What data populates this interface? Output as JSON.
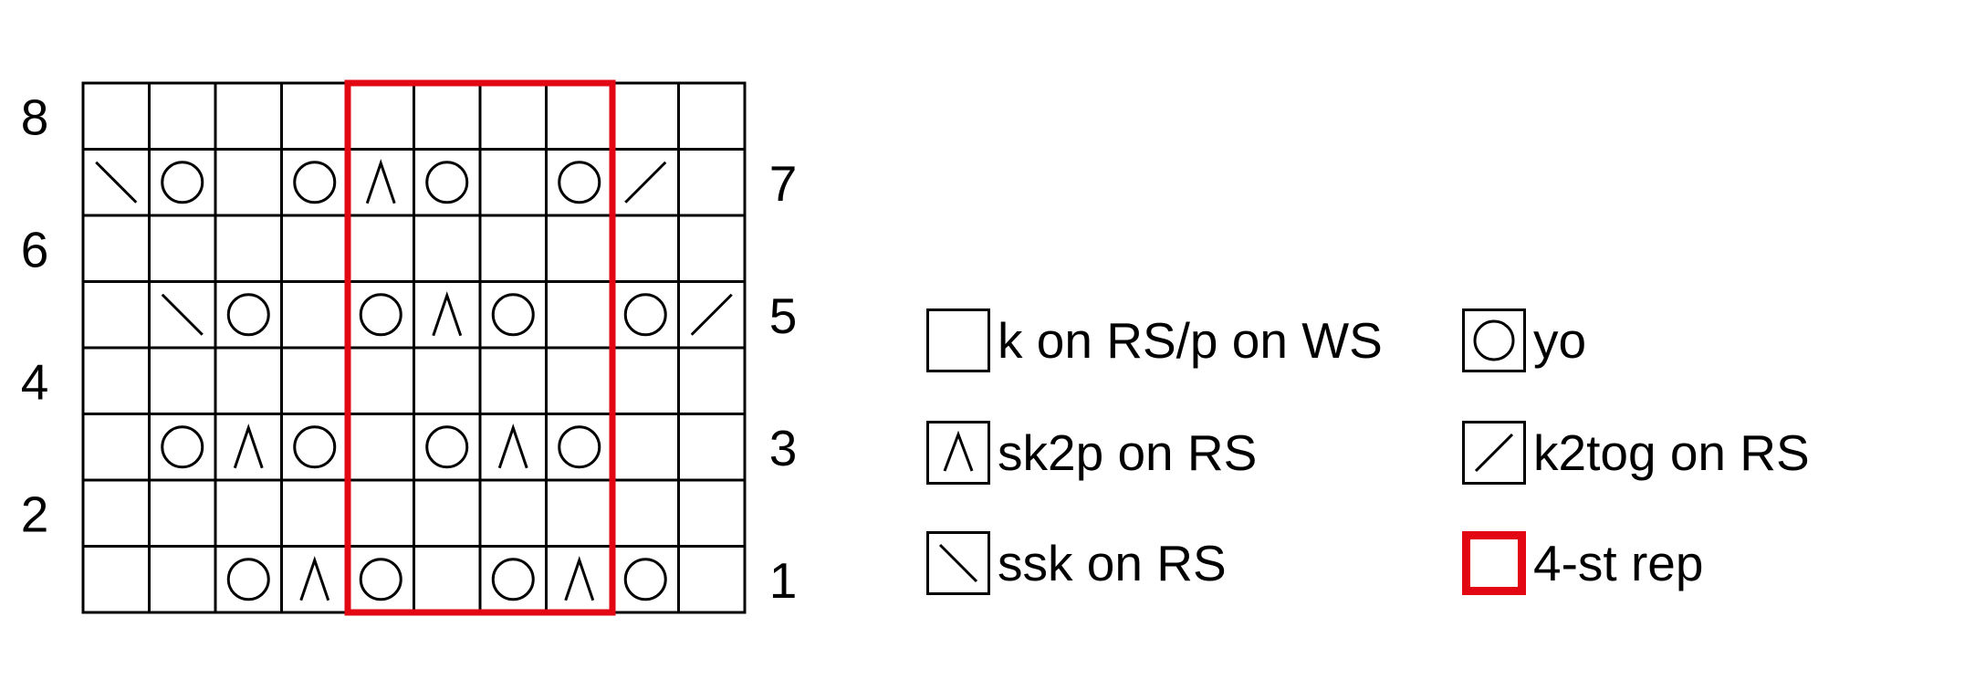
{
  "chart": {
    "columns": 10,
    "rows": [
      {
        "number": "8",
        "side": "left",
        "cells": [
          "",
          "",
          "",
          "",
          "",
          "",
          "",
          "",
          "",
          ""
        ]
      },
      {
        "number": "7",
        "side": "right",
        "cells": [
          "ssk",
          "yo",
          "",
          "yo",
          "sk2p",
          "yo",
          "",
          "yo",
          "k2tog",
          ""
        ]
      },
      {
        "number": "6",
        "side": "left",
        "cells": [
          "",
          "",
          "",
          "",
          "",
          "",
          "",
          "",
          "",
          ""
        ]
      },
      {
        "number": "5",
        "side": "right",
        "cells": [
          "",
          "ssk",
          "yo",
          "",
          "yo",
          "sk2p",
          "yo",
          "",
          "yo",
          "k2tog"
        ]
      },
      {
        "number": "4",
        "side": "left",
        "cells": [
          "",
          "",
          "",
          "",
          "",
          "",
          "",
          "",
          "",
          ""
        ]
      },
      {
        "number": "3",
        "side": "right",
        "cells": [
          "",
          "yo",
          "sk2p",
          "yo",
          "",
          "yo",
          "sk2p",
          "yo",
          "",
          ""
        ]
      },
      {
        "number": "2",
        "side": "left",
        "cells": [
          "",
          "",
          "",
          "",
          "",
          "",
          "",
          "",
          "",
          ""
        ]
      },
      {
        "number": "1",
        "side": "right",
        "cells": [
          "",
          "",
          "yo",
          "sk2p",
          "yo",
          "",
          "yo",
          "sk2p",
          "yo",
          ""
        ]
      }
    ],
    "repeat_columns": [
      4,
      7
    ],
    "repeat_color": "#e30613"
  },
  "legend": [
    {
      "symbol": "knit",
      "label": "k on RS/p on WS"
    },
    {
      "symbol": "yo",
      "label": " yo"
    },
    {
      "symbol": "sk2p",
      "label": "sk2p on RS"
    },
    {
      "symbol": "k2tog",
      "label": "k2tog on RS"
    },
    {
      "symbol": "ssk",
      "label": "ssk on RS"
    },
    {
      "symbol": "repeat",
      "label": "4-st rep"
    }
  ]
}
